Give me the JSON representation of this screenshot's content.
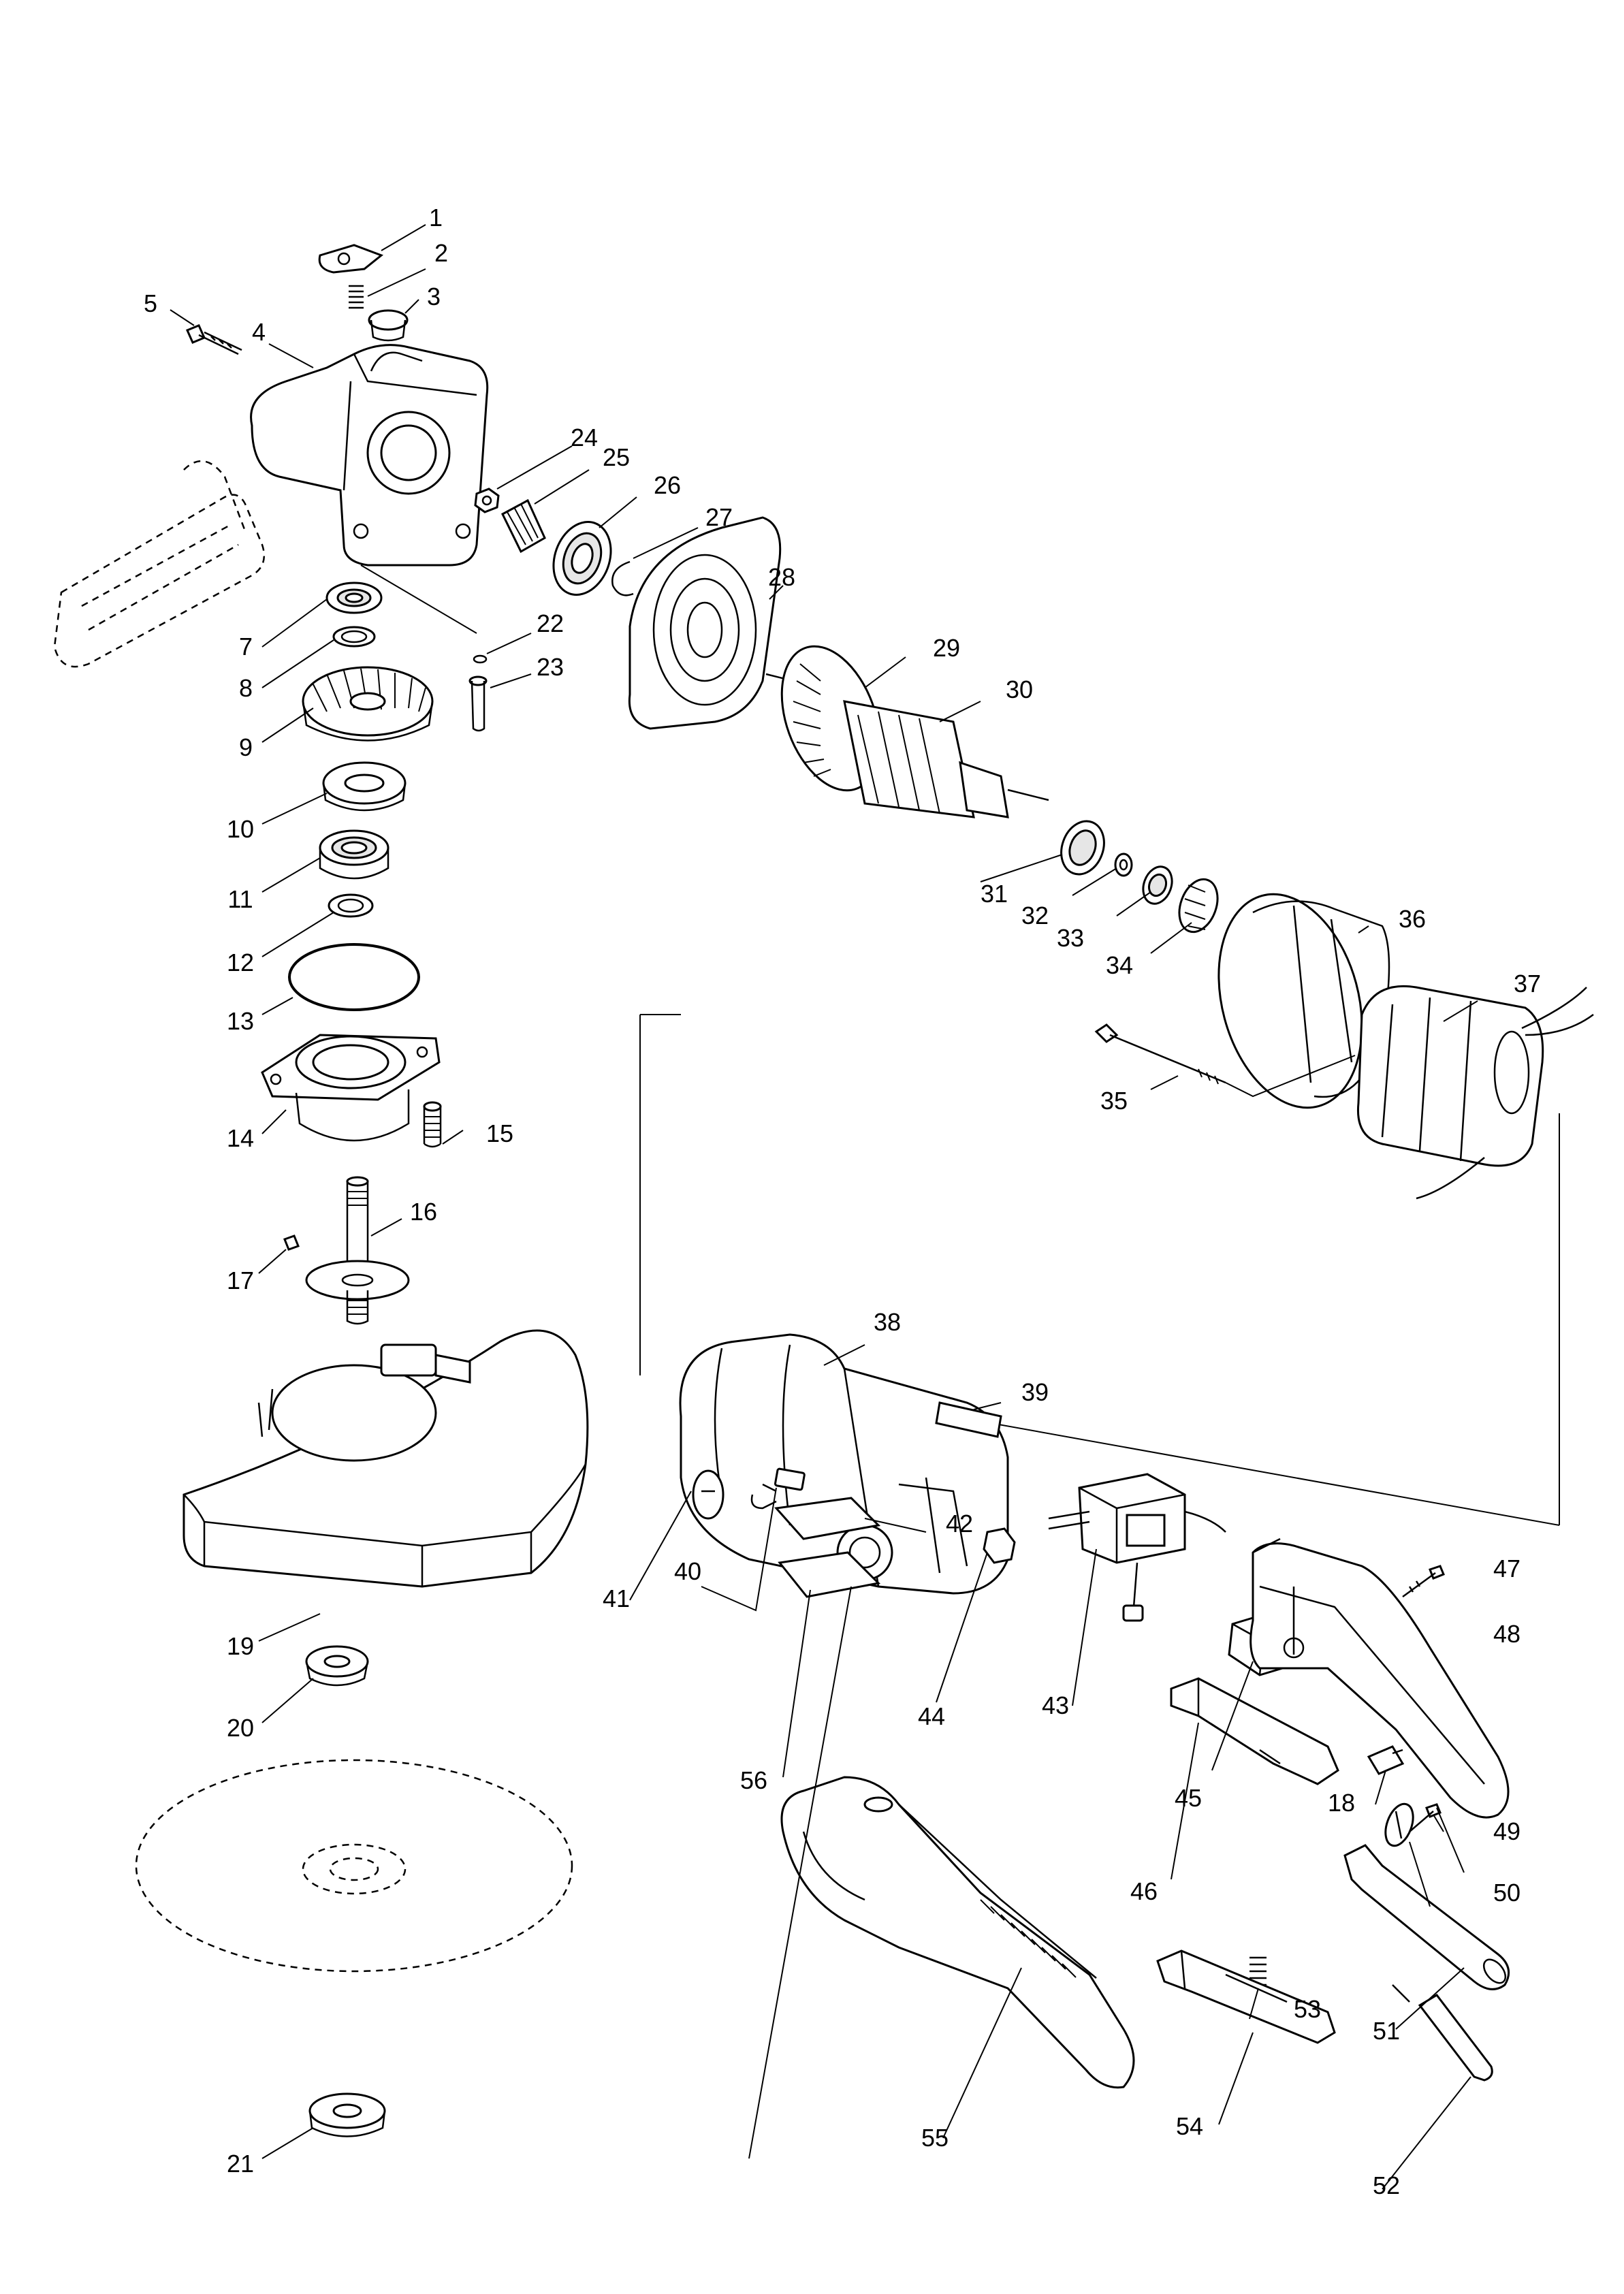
{
  "part_numbers": [
    "1",
    "2",
    "3",
    "4",
    "5",
    "7",
    "8",
    "9",
    "10",
    "11",
    "12",
    "13",
    "14",
    "15",
    "16",
    "17",
    "18",
    "19",
    "20",
    "21",
    "22",
    "23",
    "24",
    "25",
    "26",
    "27",
    "28",
    "29",
    "30",
    "31",
    "32",
    "33",
    "34",
    "35",
    "36",
    "37",
    "38",
    "39",
    "40",
    "41",
    "42",
    "43",
    "44",
    "45",
    "46",
    "47",
    "48",
    "49",
    "50",
    "51",
    "52",
    "53",
    "54",
    "55",
    "56"
  ]
}
